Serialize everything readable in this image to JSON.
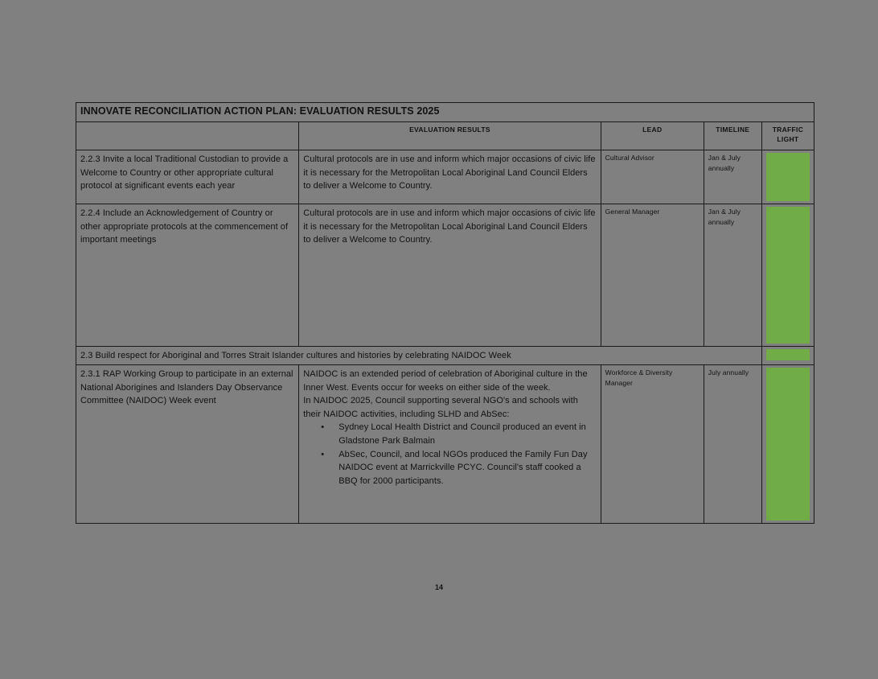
{
  "document": {
    "title": "INNOVATE RECONCILIATION ACTION PLAN: EVALUATION RESULTS 2025",
    "page_number": "14",
    "traffic_light_color": "#70ad47",
    "background_color": "#808080"
  },
  "table": {
    "headers": {
      "action": "",
      "evaluation_results": "EVALUATION RESULTS",
      "lead": "LEAD",
      "timeline": "TIMELINE",
      "traffic_light": "TRAFFIC LIGHT",
      "traffic_light_line1": "TRAFFIC",
      "traffic_light_line2": "LIGHT"
    },
    "rows": [
      {
        "action": "2.2.3 Invite a local Traditional Custodian to provide a Welcome to Country or other appropriate cultural protocol at significant events each year",
        "evaluation": "Cultural protocols are in use and inform which major occasions of civic life it is necessary for the Metropolitan Local Aboriginal Land Council Elders to deliver a Welcome to Country.",
        "lead": "Cultural Advisor",
        "timeline": "Jan & July annually",
        "traffic_light": "green"
      },
      {
        "action": "2.2.4 Include an Acknowledgement of Country or other appropriate protocols at the commencement of important meetings",
        "evaluation": "Cultural protocols are in use and inform which major occasions of civic life it is necessary for the Metropolitan Local Aboriginal Land Council Elders to deliver a Welcome to Country.",
        "lead": "General Manager",
        "timeline": "Jan & July annually",
        "traffic_light": "green"
      }
    ],
    "section_heading": "2.3 Build respect for Aboriginal and Torres Strait Islander cultures and histories by celebrating NAIDOC Week",
    "section_rows": [
      {
        "action": "2.3.1 RAP Working Group to participate in an external National Aborigines and Islanders Day Observance Committee (NAIDOC) Week event",
        "evaluation_para1": "NAIDOC is an extended period of celebration of Aboriginal culture in the Inner West. Events occur for weeks on either side of the week.",
        "evaluation_para2": "In NAIDOC 2025, Council supporting several NGO's and schools with their NAIDOC activities, including SLHD and AbSec:",
        "evaluation_bullets": [
          "Sydney Local Health District and Council produced an event in Gladstone Park Balmain",
          "AbSec, Council, and local NGOs produced the Family Fun Day NAIDOC event at Marrickville PCYC. Council's staff cooked a BBQ for 2000 participants."
        ],
        "lead": "Workforce & Diversity Manager",
        "timeline": "July annually",
        "traffic_light": "green"
      }
    ]
  }
}
